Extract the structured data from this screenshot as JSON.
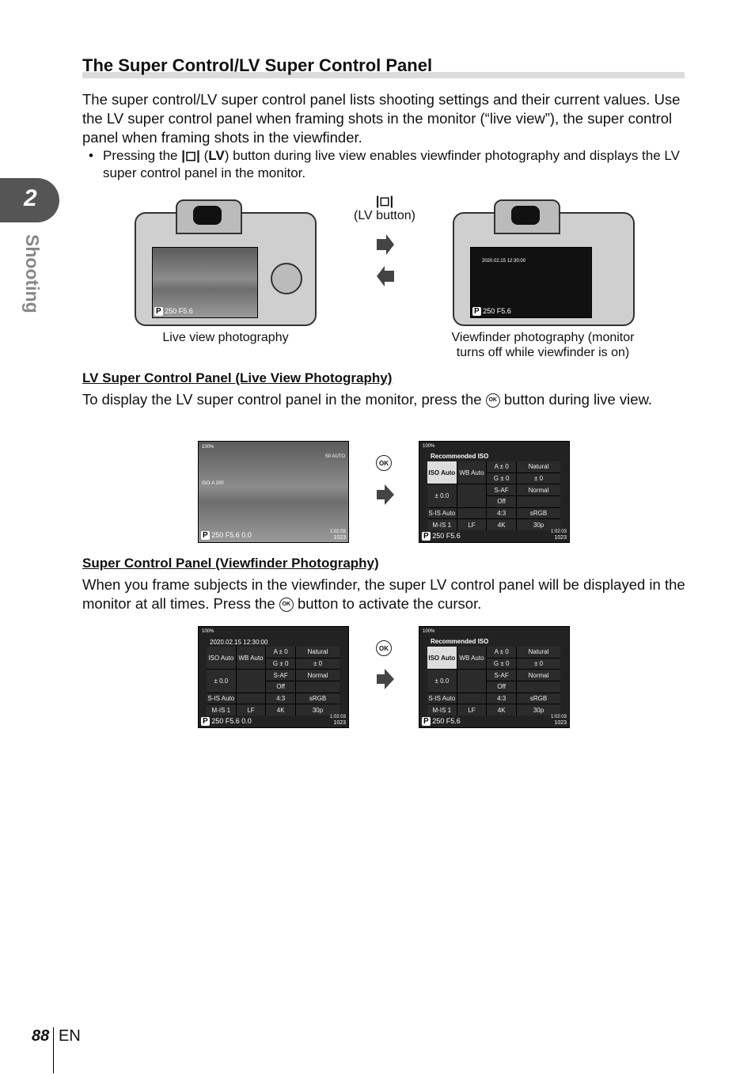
{
  "section_title": "The Super Control/LV Super Control Panel",
  "intro": "The super control/LV super control panel lists shooting settings and their current values. Use the LV super control panel when framing shots in the monitor (“live view”), the super control panel when framing shots in the viewfinder.",
  "bullet": {
    "pre": "Pressing the",
    "symbol": "|◻|",
    "lv": "LV",
    "post": "button during live view enables viewfinder photography and displays the LV super control panel in the monitor."
  },
  "figure1": {
    "button_symbol": "|◻|",
    "button_label": "(LV button)",
    "left_caption": "Live view photography",
    "right_caption": "Viewfinder photography (monitor turns off while viewfinder is on)"
  },
  "sub1": {
    "title": "LV Super Control Panel (Live View Photography)",
    "text_pre": "To display the LV super control panel in the monitor, press the",
    "text_post": "button during live view."
  },
  "sub2": {
    "title": "Super Control Panel (Viewfinder Photography)",
    "text_pre": "When you frame subjects in the viewfinder, the super LV control panel will be displayed in the monitor at all times. Press the",
    "text_post": "button to activate the cursor."
  },
  "ok_label": "OK",
  "panel": {
    "recommended": "Recommended ISO",
    "datetime": "2020.02.15 12:30:00",
    "iso": "ISO Auto",
    "wb": "WB Auto",
    "a": "A ± 0",
    "g": "G ± 0",
    "natural": "Natural",
    "pm0": "± 0",
    "saf": "S-AF",
    "normal": "Normal",
    "off": "Off",
    "flash": "± 0.0",
    "sis": "S-IS Auto",
    "ratio": "4:3",
    "srgb": "sRGB",
    "mis": "M-IS 1",
    "lf": "LF",
    "k4": "4K",
    "fps": "30p",
    "mode": "P",
    "shutter": "250",
    "aperture": "F5.6",
    "exp": "0.0",
    "time": "1:02:03",
    "shots": "1023",
    "battery": "100%",
    "iso_lv": "ISO-A 200",
    "sub_auto": "S0 AUTO"
  },
  "page_number": "88",
  "lang": "EN",
  "chapter_number": "2",
  "chapter_name": "Shooting"
}
